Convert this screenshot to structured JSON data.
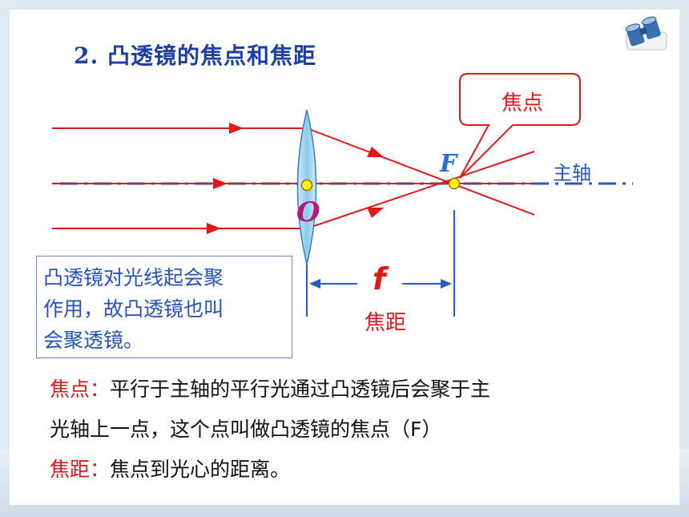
{
  "title": "2. 凸透镜的焦点和焦距",
  "diagram": {
    "callout": "焦点",
    "axis_label": "主轴",
    "focus_label": "F",
    "center_label": "O",
    "f_label": "f",
    "focal_length_label": "焦距",
    "colors": {
      "rays": "#e01818",
      "lens": "#9fd3ef",
      "axis": "#2a59c4",
      "point": "#ffff00"
    }
  },
  "note": {
    "lines": [
      "凸透镜对光线起会聚",
      "作用，故凸透镜也叫",
      "会聚透镜。"
    ]
  },
  "definitions": {
    "focus_term": "焦点：",
    "focus_text_1": "平行于主轴的平行光通过凸透镜后会聚于主",
    "focus_text_2": "光轴上一点，这个点叫做凸透镜的焦点（F）",
    "focal_term": "焦距：",
    "focal_text": "焦点到光心的距离。"
  },
  "logo_icon": "binoculars-icon"
}
